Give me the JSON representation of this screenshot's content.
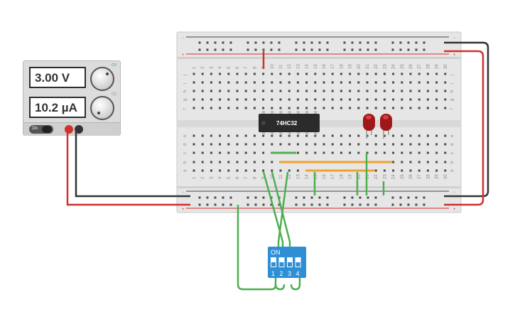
{
  "power_supply": {
    "voltage_display": "3.00 V",
    "current_display": "10.2 µA",
    "switch_label": "On",
    "knob_voltage_label": "CV",
    "knob_current_label": "CC",
    "colors": {
      "positive_terminal": "#d32f2f",
      "negative_terminal": "#333333"
    }
  },
  "breadboard": {
    "columns": [
      "1",
      "2",
      "3",
      "4",
      "5",
      "6",
      "7",
      "8",
      "9",
      "10",
      "11",
      "12",
      "13",
      "14",
      "15",
      "16",
      "17",
      "18",
      "19",
      "20",
      "21",
      "22",
      "23",
      "24",
      "25",
      "26",
      "27",
      "28",
      "29",
      "30"
    ],
    "rows_top": [
      "j",
      "i",
      "h",
      "g",
      "f"
    ],
    "rows_bottom": [
      "e",
      "d",
      "c",
      "b",
      "a"
    ],
    "rail_minus": "−",
    "rail_plus": "+"
  },
  "chip": {
    "label": "74HC32"
  },
  "dip_switch": {
    "on_label": "ON",
    "switch_numbers": [
      "1",
      "2",
      "3",
      "4"
    ]
  },
  "colors": {
    "wire_red": "#d32f2f",
    "wire_black": "#333333",
    "wire_green": "#4caf50",
    "wire_orange": "#f0a030",
    "led_red": "#a0171a",
    "dip_blue": "#2e8fd6"
  }
}
